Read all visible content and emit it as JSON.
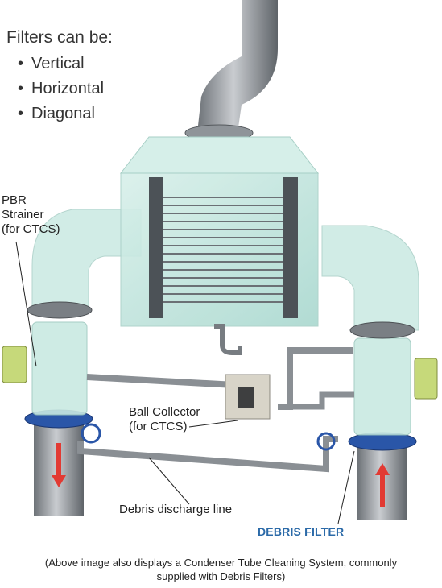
{
  "filters": {
    "title": "Filters can be:",
    "options": [
      "Vertical",
      "Horizontal",
      "Diagonal"
    ]
  },
  "labels": {
    "pbr_strainer": [
      "PBR",
      "Strainer",
      "(for CTCS)"
    ],
    "ball_collector": [
      "Ball Collector",
      "(for CTCS)"
    ],
    "debris_discharge": "Debris discharge line",
    "debris_filter": "DEBRIS FILTER"
  },
  "caption": [
    "(Above image also displays a Condenser Tube Cleaning System, commonly",
    "supplied with Debris Filters)"
  ],
  "colors": {
    "glass": "#bfe3dc",
    "pipe": "#8a8f94",
    "flange_blue": "#2a56a8",
    "arrow_red": "#e23a33",
    "valve_green": "#c6d97a",
    "debris_filter_text": "#2b6aa8"
  }
}
